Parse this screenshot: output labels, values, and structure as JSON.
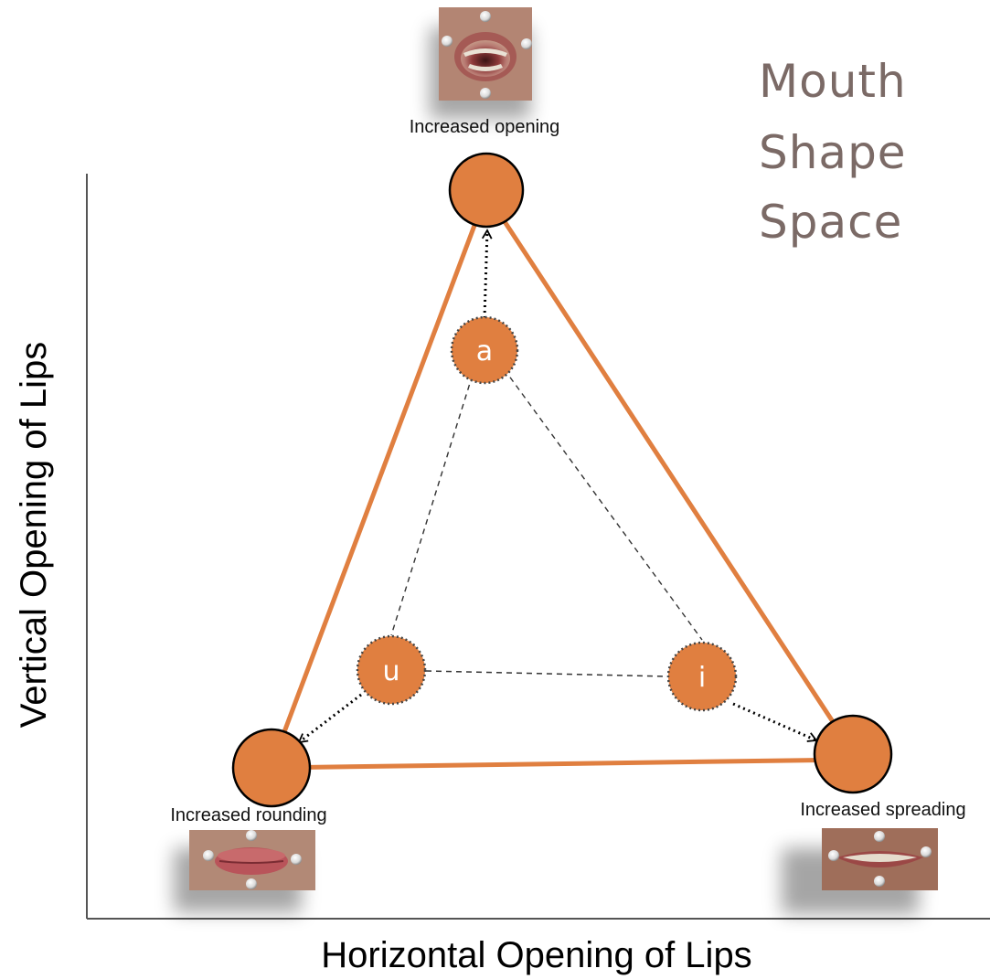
{
  "title": {
    "lines": [
      "Mouth",
      "Shape",
      "Space"
    ],
    "color": "#7b6a66"
  },
  "axes": {
    "x_label": "Horizontal Opening of Lips",
    "y_label": "Vertical Opening of Lips"
  },
  "extremes": {
    "top": {
      "caption": "Increased opening",
      "photo_name": "open-mouth-photo"
    },
    "left": {
      "caption": "Increased rounding",
      "photo_name": "rounded-lips-photo"
    },
    "right": {
      "caption": "Increased spreading",
      "photo_name": "spread-lips-photo"
    }
  },
  "vowels": {
    "a": "a",
    "u": "u",
    "i": "i"
  },
  "colors": {
    "accent": "#e07f40",
    "outline": "#000000",
    "dashed": "#333333"
  }
}
